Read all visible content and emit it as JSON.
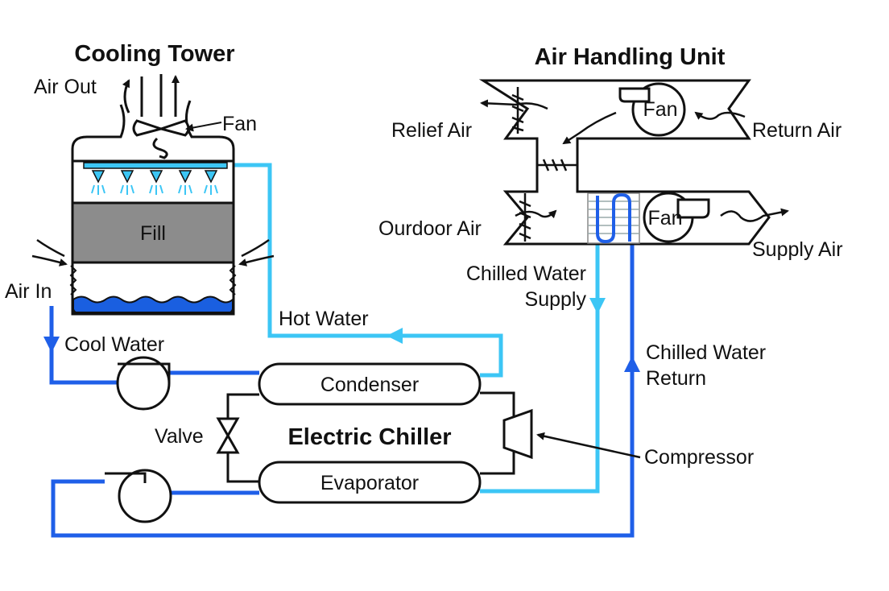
{
  "cooling_tower": {
    "title": "Cooling Tower",
    "air_out": "Air Out",
    "fan": "Fan",
    "fill": "Fill",
    "air_in": "Air In"
  },
  "ahu": {
    "title": "Air Handling Unit",
    "relief_air": "Relief Air",
    "return_air": "Return Air",
    "outdoor_air": "Ourdoor Air",
    "supply_air": "Supply Air",
    "fan_top": "Fan",
    "fan_bottom": "Fan"
  },
  "water": {
    "chilled_supply_1": "Chilled Water",
    "chilled_supply_2": "Supply",
    "chilled_return_1": "Chilled Water",
    "chilled_return_2": "Return",
    "hot_water": "Hot Water",
    "cool_water": "Cool Water"
  },
  "chiller": {
    "title": "Electric Chiller",
    "condenser": "Condenser",
    "evaporator": "Evaporator",
    "valve": "Valve",
    "compressor": "Compressor"
  },
  "colors": {
    "dark_blue_pipe": "#1f5fe8",
    "light_blue_pipe": "#3cc6f5",
    "fill": "#8c8c8c",
    "basin_water": "#1a5fe0"
  }
}
